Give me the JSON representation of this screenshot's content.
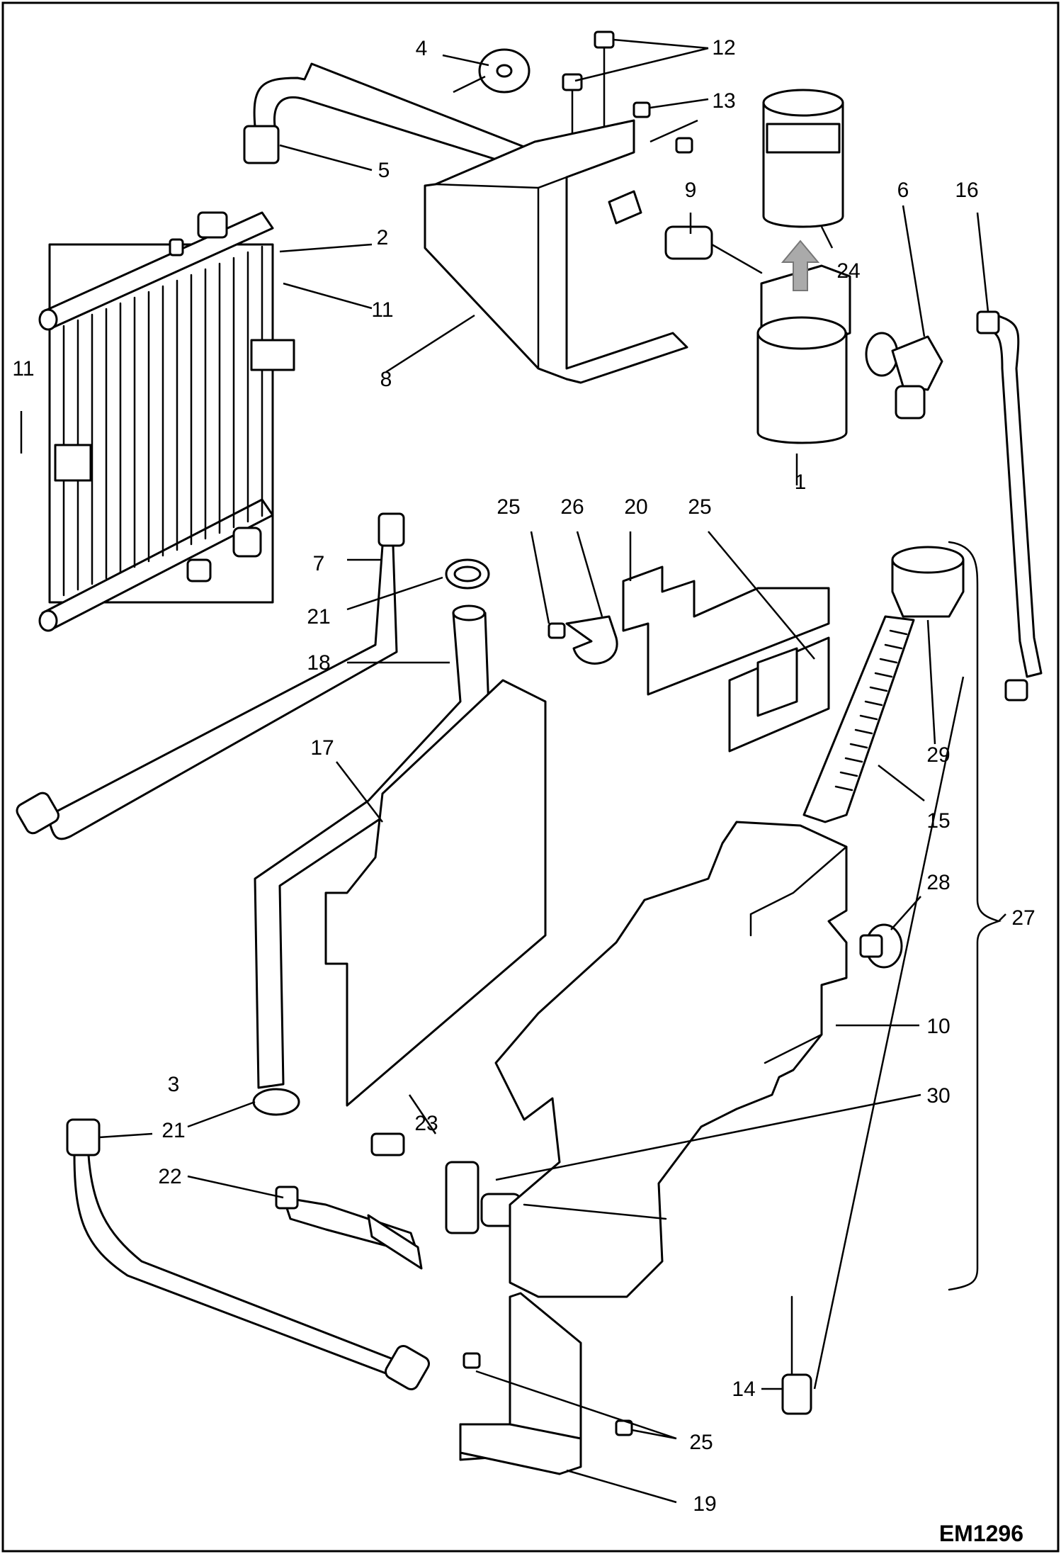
{
  "drawing_ref": "EM1296",
  "callouts": {
    "c1": "1",
    "c2": "2",
    "c3": "3",
    "c4": "4",
    "c5": "5",
    "c6": "6",
    "c7": "7",
    "c8": "8",
    "c9": "9",
    "c10": "10",
    "c11a": "11",
    "c11b": "11",
    "c12": "12",
    "c13": "13",
    "c14": "14",
    "c15": "15",
    "c16": "16",
    "c17": "17",
    "c18": "18",
    "c19": "19",
    "c20": "20",
    "c21a": "21",
    "c21b": "21",
    "c22": "22",
    "c23": "23",
    "c24": "24",
    "c25a": "25",
    "c25b": "25",
    "c25c": "25",
    "c26": "26",
    "c27": "27",
    "c28": "28",
    "c29": "29",
    "c30": "30"
  }
}
